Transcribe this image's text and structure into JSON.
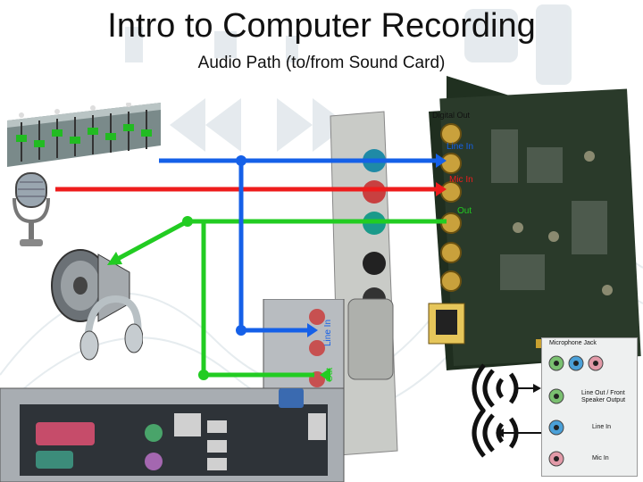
{
  "title": "Intro to Computer Recording",
  "subtitle": "Audio Path (to/from Sound Card)",
  "soundcard_labels": {
    "digital_out": "Digital Out",
    "line_in": "Line In",
    "mic_in": "Mic In",
    "out": "Out"
  },
  "motherboard_labels": {
    "line_in": "Line In",
    "out": "Out"
  },
  "panel": {
    "header": "Microphone Jack",
    "line_out": "Line Out / Front Speaker Output",
    "line_in": "Line In",
    "mic_in": "Mic In"
  },
  "colors": {
    "line_in_path": "#1560e8",
    "mic_in_path": "#ee1c1c",
    "out_path": "#22cc22",
    "board_green": "#2a3a2a"
  }
}
